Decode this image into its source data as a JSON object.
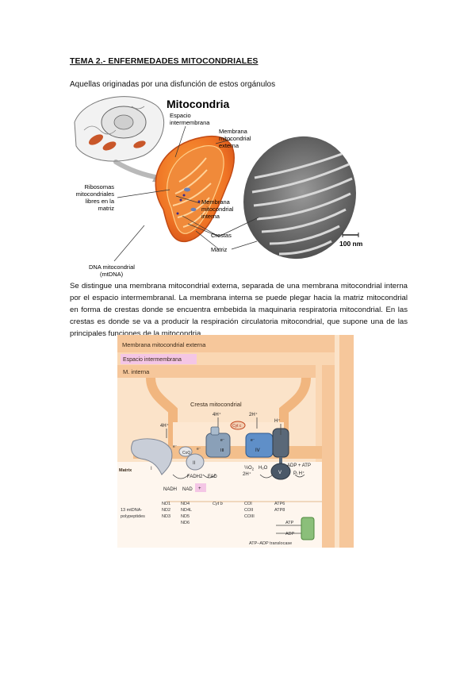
{
  "title": "TEMA 2.- ENFERMEDADES MITOCONDRIALES",
  "intro": "Aquellas originadas por una disfunción de estos orgánulos",
  "figure1": {
    "heading": "Mitocondria",
    "labels": {
      "espacio_line1": "Espacio",
      "espacio_line2": "intermembrana",
      "externa_line1": "Membrana",
      "externa_line2": "mitocondrial",
      "externa_line3": "externa",
      "ribosomas_line1": "Ribosomas",
      "ribosomas_line2": "mitocondriales",
      "ribosomas_line3": "libres en la",
      "ribosomas_line4": "matriz",
      "interna_line1": "Membrana",
      "interna_line2": "mitocondrial",
      "interna_line3": "interna",
      "crestas": "Crestas",
      "matriz": "Matriz",
      "dna_line1": "DNA mitocondrial",
      "dna_line2": "(mtDNA)",
      "scale": "100 nm"
    }
  },
  "paragraph": "Se distingue una membrana mitocondrial externa, separada de una membrana mitocondrial interna por el espacio intermembranal. La membrana interna se puede plegar hacia la matriz mitocondrial en forma de crestas donde se encuentra embebida la maquinaria respiratoria mitocondrial. En las crestas es donde se va a producir la respiración circulatoria mitocondrial, que supone una de las principales funciones de la mitocondria.",
  "figure2": {
    "membrana_externa": "Membrana mitocondrial externa",
    "espacio_intermembrana": "Espacio intermembrana",
    "m_interna": "M. interna",
    "cresta": "Cresta mitocondrial",
    "matrix": "Matrix",
    "protons": {
      "p1": "4H⁺",
      "p2": "4H⁺",
      "p3": "2H⁺",
      "p4": "H⁺",
      "p5": "H⁺"
    },
    "complexes": {
      "c1": "I",
      "c2": "II",
      "c3": "III",
      "c4": "IV",
      "c5": "V",
      "coq": "CoQ",
      "cytc": "Cyt c"
    },
    "electrons": {
      "e1": "e⁻",
      "e2": "e⁻",
      "e3": "e⁻",
      "e4": "e⁻"
    },
    "substrates": {
      "nadh": "NADH",
      "nad": "NAD",
      "nad_plus": "+",
      "fadh2": "FADH2",
      "fad": "FAD",
      "o2": "½O",
      "o2_sub": "2",
      "h2o": "H₂O",
      "twoh": "2H⁺",
      "adp": "ADP + ATP",
      "pi": "Pᵢ  H⁺"
    },
    "table": {
      "row_label_1": "13 mtDNA-",
      "row_label_2": "polypeptides",
      "col1": [
        "ND1",
        "ND2",
        "ND3"
      ],
      "col2": [
        "ND4",
        "ND4L",
        "ND5",
        "ND6"
      ],
      "col3": [
        "Cyt b"
      ],
      "col4": [
        "COI",
        "COII",
        "COIII"
      ],
      "col5": [
        "ATP6",
        "ATP8"
      ]
    },
    "translocase": {
      "atp": "ATP",
      "adp": "ADP",
      "label": "ATP–ADP translocase"
    }
  }
}
